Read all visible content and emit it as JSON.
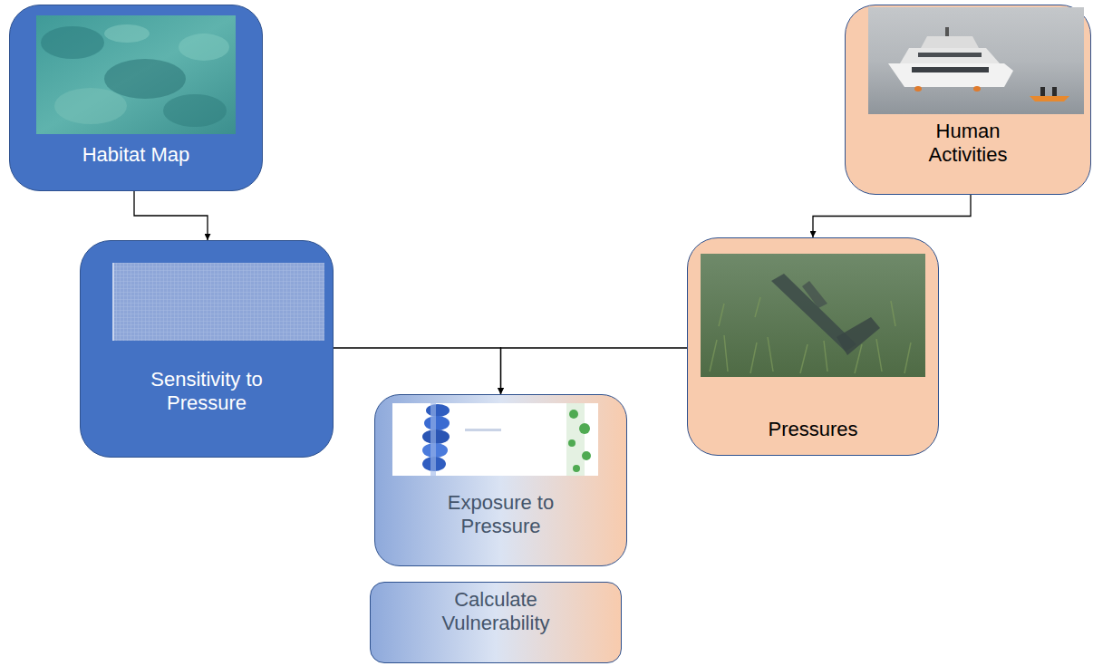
{
  "diagram": {
    "nodes": [
      {
        "text": [
          "Habitat Map"
        ]
      },
      {
        "text": [
          "Human Activities"
        ]
      },
      {
        "text": [
          "Sensitivity to Pressure"
        ]
      },
      {
        "text": [
          "Pressures"
        ]
      },
      {
        "text": [
          "Exposure to Pressure"
        ]
      },
      {
        "text": [
          "Calculate Vulnerability"
        ]
      }
    ],
    "edges": [
      {
        "from": 0,
        "to": 2,
        "arrow": "to"
      },
      {
        "from": 1,
        "to": 3,
        "arrow": "to"
      },
      {
        "from": 2,
        "to": 4,
        "arrow": "to"
      },
      {
        "from": 3,
        "to": 4,
        "arrow": "to"
      }
    ]
  }
}
